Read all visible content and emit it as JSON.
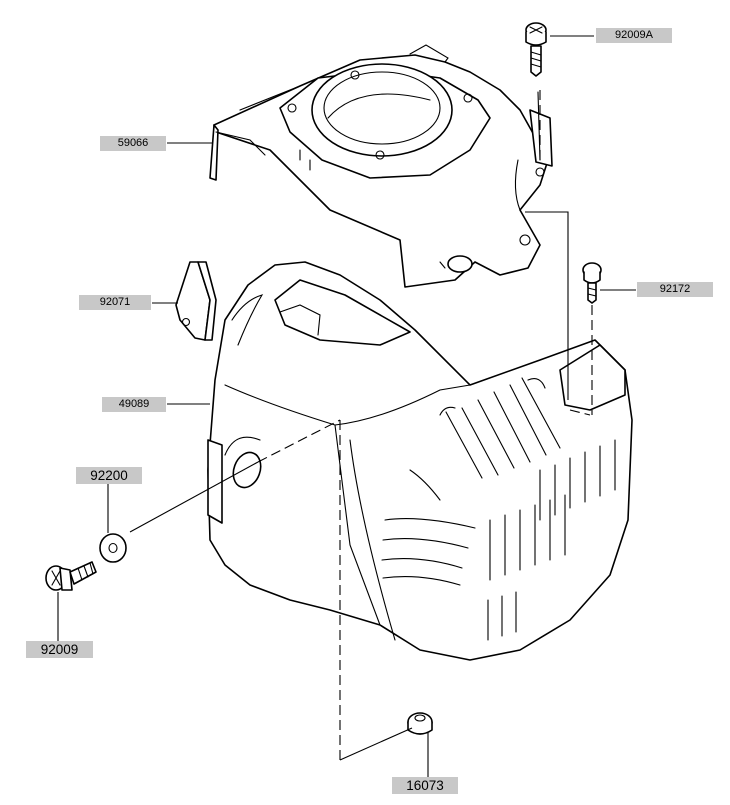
{
  "diagram": {
    "labels": {
      "p92009A": "92009A",
      "p59066": "59066",
      "p92071": "92071",
      "p92172": "92172",
      "p49089": "49089",
      "p92200": "92200",
      "p92009": "92009",
      "p16073": "16073"
    },
    "colors": {
      "label_background": "#c8c8c8",
      "line": "#000000",
      "background": "#ffffff"
    }
  }
}
